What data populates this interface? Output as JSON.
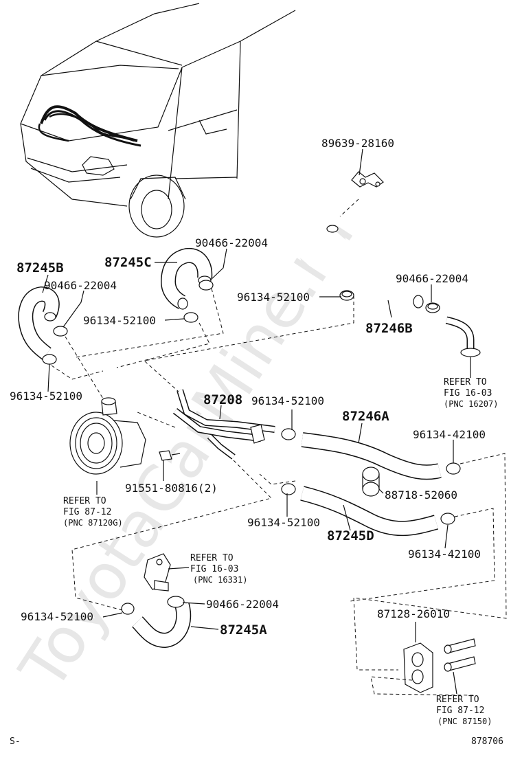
{
  "watermark": "ToyotaCarMine.ru",
  "footer": {
    "left": "S-",
    "right": "878706"
  },
  "labels": {
    "p89639": "89639-28160",
    "p90466_top_right": "90466-22004",
    "p96134_mid_right": "96134-52100",
    "p87246B": "87246B",
    "p90466_c": "90466-22004",
    "p87245C": "87245C",
    "p96134_c": "96134-52100",
    "p87245B": "87245B",
    "p90466_b": "90466-22004",
    "p96134_b": "96134-52100",
    "p87208": "87208",
    "p96134_87208": "96134-52100",
    "p87246A": "87246A",
    "p96134_42100_a": "96134-42100",
    "p91551": "91551-80816(2)",
    "p88718": "88718-52060",
    "p96134_d": "96134-52100",
    "p87245D": "87245D",
    "p96134_42100_d": "96134-42100",
    "p90466_a": "90466-22004",
    "p96134_a": "96134-52100",
    "p87245A": "87245A",
    "p87128": "87128-26010"
  },
  "refs": {
    "r1": {
      "l1": "REFER TO",
      "l2": "FIG 16-03",
      "l3": "(PNC 16207)"
    },
    "r2": {
      "l1": "REFER TO",
      "l2": "FIG 87-12",
      "l3": "(PNC 87120G)"
    },
    "r3": {
      "l1": "REFER TO",
      "l2": "FIG 16-03",
      "l3": "(PNC 16331)"
    },
    "r4": {
      "l1": "REFER TO",
      "l2": "FIG 87-12",
      "l3": "(PNC 87150)"
    }
  }
}
